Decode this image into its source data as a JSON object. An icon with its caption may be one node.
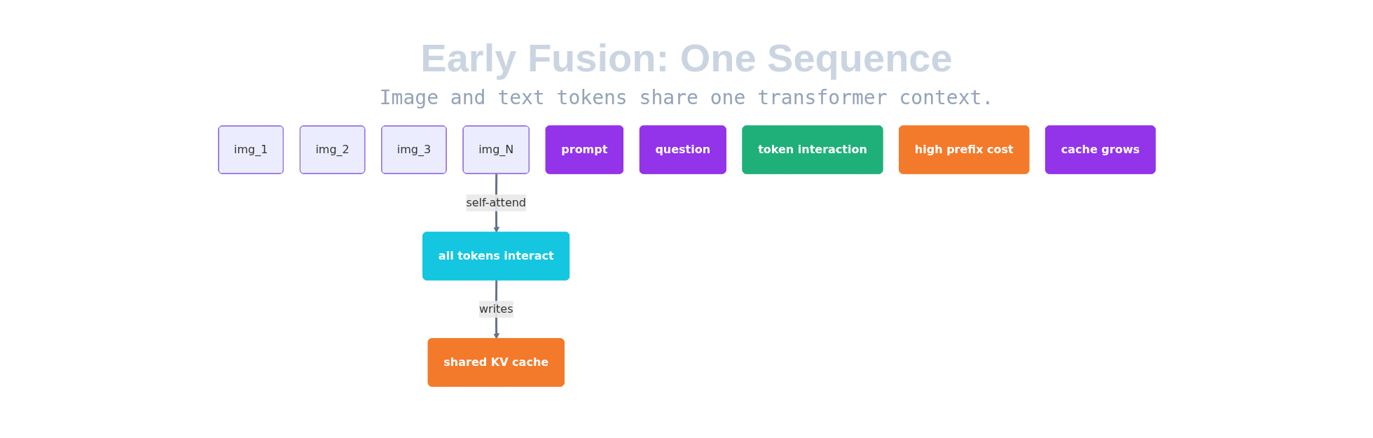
{
  "diagram": {
    "title": "Early Fusion: One Sequence",
    "caption": "Image and text tokens share one transformer context.",
    "nodes": [
      {
        "text": [
          "img_1"
        ]
      },
      {
        "text": [
          "img_2"
        ]
      },
      {
        "text": [
          "img_3"
        ]
      },
      {
        "text": [
          "img_N"
        ]
      },
      {
        "text": [
          "prompt"
        ]
      },
      {
        "text": [
          "question"
        ]
      },
      {
        "text": [
          "all tokens interact"
        ]
      },
      {
        "text": [
          "shared KV cache"
        ]
      },
      {
        "text": [
          "token interaction"
        ]
      },
      {
        "text": [
          "high prefix cost"
        ]
      },
      {
        "text": [
          "cache grows"
        ]
      }
    ],
    "edges": [
      {
        "from": 3,
        "to": 6,
        "arrow": "to",
        "label": "self-attend"
      },
      {
        "from": 6,
        "to": 7,
        "arrow": "to",
        "label": "writes"
      }
    ]
  }
}
